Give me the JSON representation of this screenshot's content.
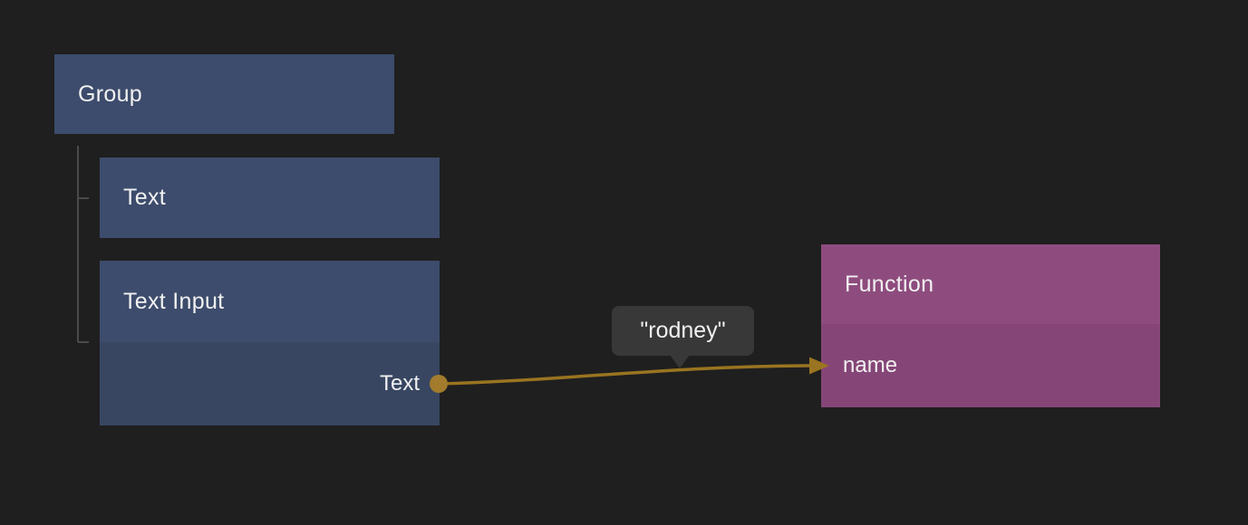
{
  "editor": {
    "type": "node-graph-editor"
  },
  "nodes": {
    "group": {
      "title": "Group"
    },
    "text": {
      "title": "Text"
    },
    "text_input": {
      "title": "Text Input",
      "output_port": {
        "label": "Text"
      }
    },
    "function": {
      "title": "Function",
      "input_port": {
        "label": "name"
      }
    }
  },
  "connection": {
    "from_node": "Text Input",
    "from_port": "Text",
    "to_node": "Function",
    "to_port": "name"
  },
  "tooltip": {
    "text": "\"rodney\""
  },
  "colors": {
    "background": "#1f1f1f",
    "node_blue_header": "#3d4c6c",
    "node_blue_body": "#384662",
    "node_purple_header": "#8e4c7e",
    "node_purple_body": "#854677",
    "wire_gold": "#9a7420",
    "port_gold": "#a27b2d",
    "tree_line": "#4a4a4a",
    "tooltip_bg": "#383838",
    "text_light": "#f1f1f1"
  }
}
